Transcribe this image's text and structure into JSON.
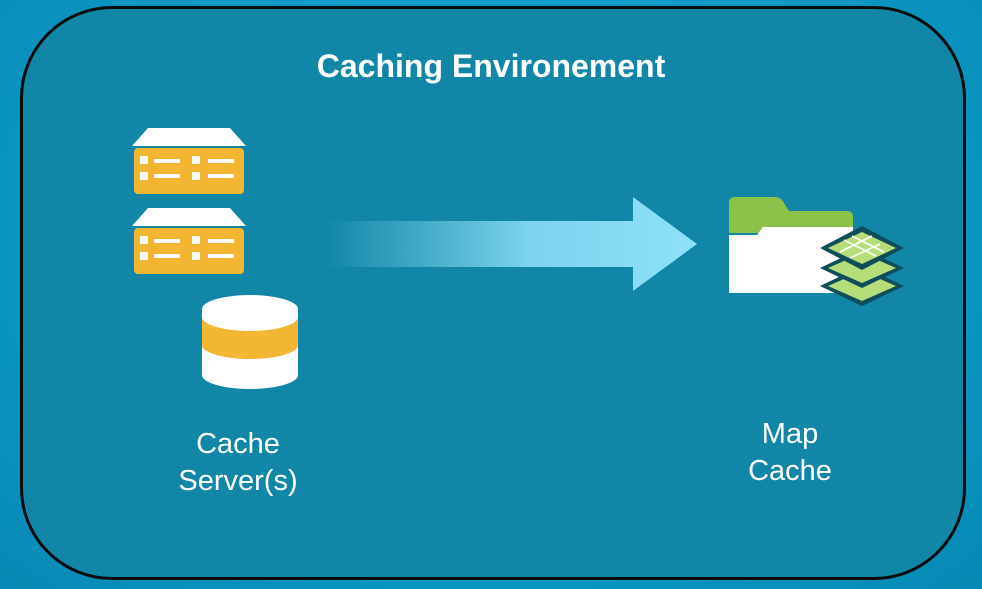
{
  "diagram": {
    "title": "Caching Environement",
    "cache_server_label": [
      "Cache",
      "Server(s)"
    ],
    "map_cache_label": [
      "Map",
      "Cache"
    ]
  },
  "colors": {
    "background": "#0aa7d0",
    "panel": "#1186a6",
    "panel_border": "#0c0c0c",
    "server_gold": "#f2b632",
    "server_white": "#ffffff",
    "arrow_light": "#8fe1fa",
    "folder_green": "#8cc24a",
    "tiles_green": "#b5dd7a",
    "tiles_dark": "#0f4d5a"
  },
  "icons": [
    "server-icon",
    "database-icon",
    "arrow-icon",
    "folder-icon",
    "map-tiles-icon"
  ]
}
